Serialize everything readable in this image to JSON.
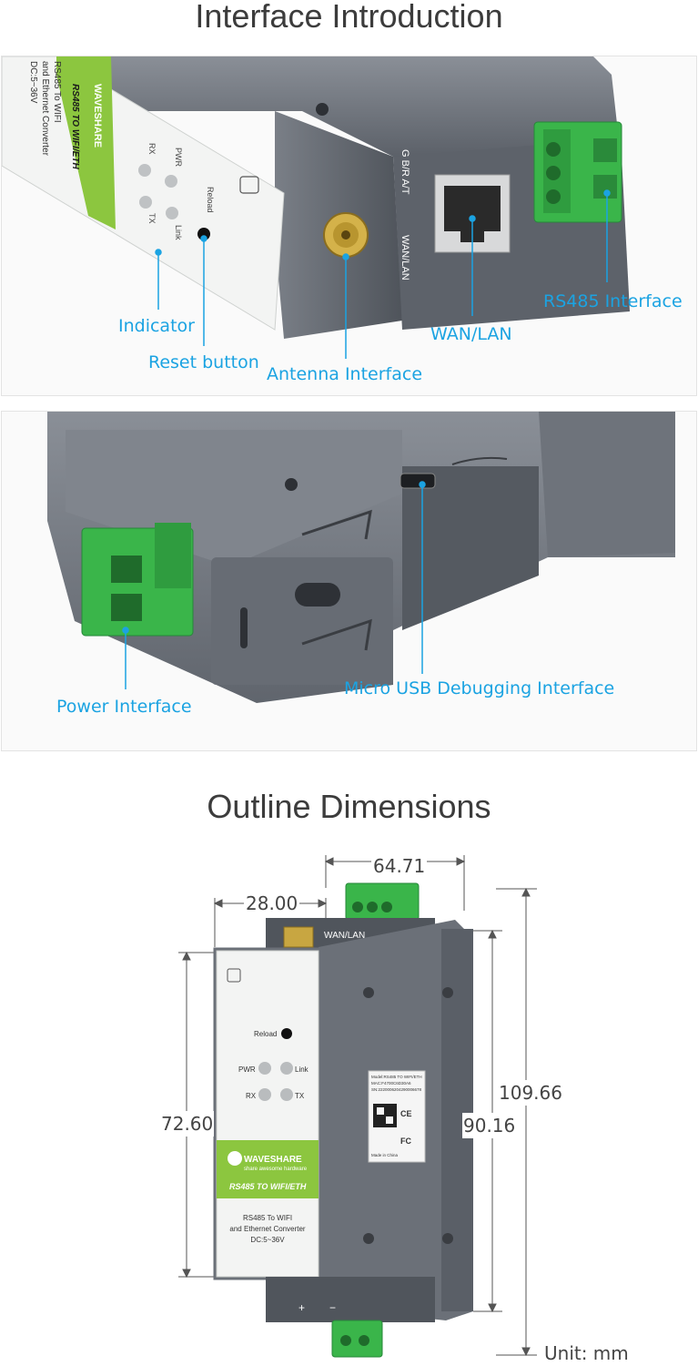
{
  "headings": {
    "interface": "Interface Introduction",
    "outline": "Outline Dimensions"
  },
  "callouts": {
    "indicator": "Indicator",
    "reset": "Reset button",
    "antenna": "Antenna Interface",
    "wan_lan": "WAN/LAN",
    "rs485": "RS485 Interface",
    "power": "Power Interface",
    "micro_usb": "Micro USB Debugging Interface"
  },
  "device": {
    "brand": "WAVESHARE",
    "tagline": "share awesome hardware",
    "model": "RS485 TO WIFI/ETH",
    "desc_line1": "RS485 To WIFI",
    "desc_line2": "and Ethernet Converter",
    "voltage": "DC:5~36V",
    "reload": "Reload",
    "pwr": "PWR",
    "link": "Link",
    "rx": "RX",
    "tx": "TX",
    "port_terminal": "G B/R A/T",
    "port_g": "G",
    "port_wan": "WAN/LAN",
    "plus": "+",
    "minus": "−",
    "sticker_line1": "Model:RS485 TO WIFI/ETH",
    "sticker_line2": "MAC:F4700C6D30A6",
    "sticker_line3": "SN:2220006204290006678",
    "sticker_line4": "Made in China"
  },
  "dimensions": {
    "top_width": "64.71",
    "antenna_offset": "28.00",
    "total_height": "109.66",
    "front_height": "72.60",
    "body_height": "90.16",
    "unit": "Unit: mm"
  },
  "colors": {
    "accent": "#1ba3e2",
    "case_gray": "#6b7078",
    "terminal_green": "#3ab54a",
    "label_green": "#8cc63f"
  }
}
